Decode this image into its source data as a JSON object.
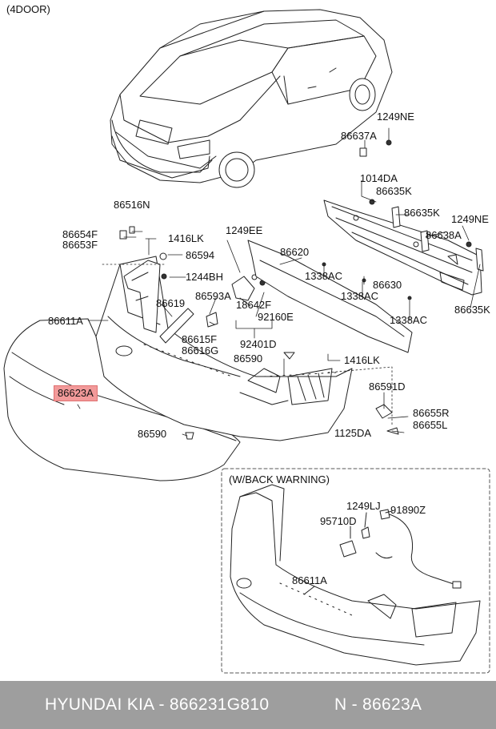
{
  "diagram": {
    "variant_title": "(4DOOR)",
    "inset_title": "(W/BACK WARNING)",
    "labels": {
      "p1249NE_a": "1249NE",
      "p86637A": "86637A",
      "p1014DA": "1014DA",
      "p86635K_a": "86635K",
      "p86635K_b": "86635K",
      "p1249NE_b": "1249NE",
      "p86638A": "86638A",
      "p86635K_c": "86635K",
      "p86516N": "86516N",
      "p86654F": "86654F",
      "p86653F": "86653F",
      "p1416LK_a": "1416LK",
      "p86594": "86594",
      "p1244BH": "1244BH",
      "p1249EE": "1249EE",
      "p86620": "86620",
      "p1338AC_a": "1338AC",
      "p86630": "86630",
      "p1338AC_b": "1338AC",
      "p1338AC_c": "1338AC",
      "p86611A": "86611A",
      "p86619": "86619",
      "p86593A": "86593A",
      "p18642F": "18642F",
      "p92160E": "92160E",
      "p86615F": "86615F",
      "p86616G": "86616G",
      "p92401D": "92401D",
      "p86590_a": "86590",
      "p1416LK_b": "1416LK",
      "p86623A": "86623A",
      "p86591D": "86591D",
      "p86655R": "86655R",
      "p86655L": "86655L",
      "p1125DA": "1125DA",
      "p86590_b": "86590",
      "p1249LJ": "1249LJ",
      "p91890Z": "91890Z",
      "p95710D": "95710D",
      "p86611A_inset": "86611A"
    },
    "highlight_color": "#f29a9a"
  },
  "footer": {
    "brand_part": "HYUNDAI  KIA - 866231G810",
    "ref": "N - 86623A",
    "background": "#9e9e9e"
  }
}
